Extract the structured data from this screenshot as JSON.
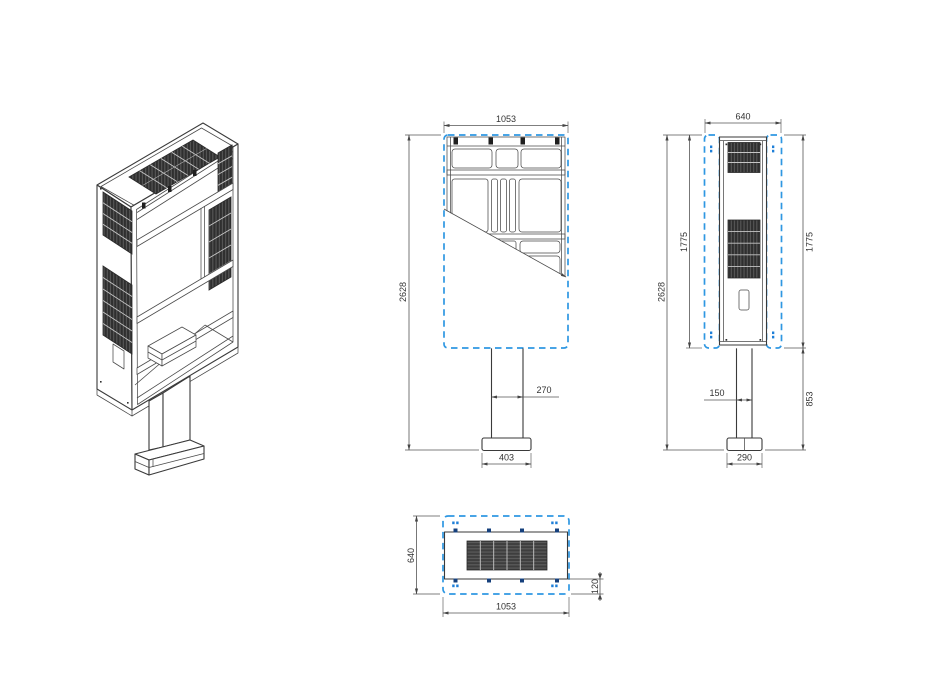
{
  "document": {
    "type": "technical-drawing",
    "background": "#ffffff"
  },
  "colors": {
    "drawing_line": "#3a3a3a",
    "dimension_line": "#555555",
    "dashed_door_outline": "#2e97e2",
    "hinge_mark_blue": "#1e7fd8",
    "bracket_tab_navy": "#16407c",
    "grille_dark": "#2f2f2f",
    "grille_divider": "#c6c6c6"
  },
  "views": {
    "isometric": {},
    "front": {
      "dim_width": "1053",
      "dim_height": "2628",
      "dim_column": "270",
      "dim_base": "403"
    },
    "side": {
      "dim_depth": "640",
      "dim_body_left": "1775",
      "dim_body_right": "1775",
      "dim_height": "2628",
      "dim_column": "150",
      "dim_lower": "853",
      "dim_base": "290"
    },
    "top": {
      "dim_depth": "640",
      "dim_width": "1053",
      "dim_flange": "120"
    }
  }
}
